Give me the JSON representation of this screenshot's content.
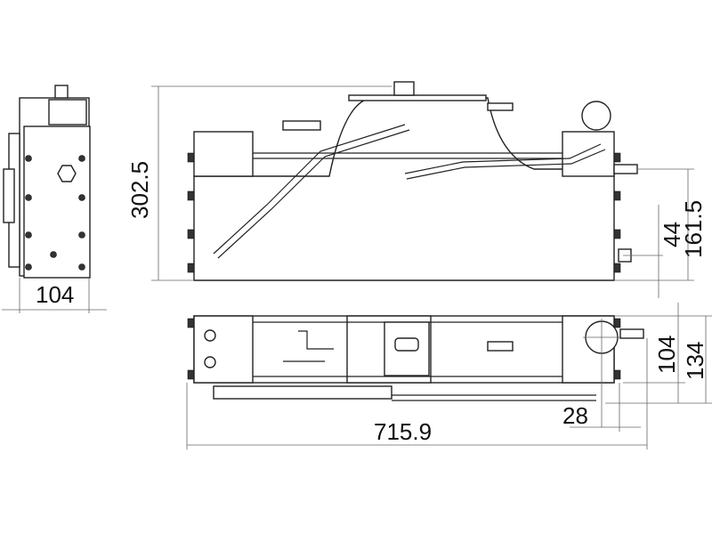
{
  "drawing": {
    "dimensions": {
      "side_width": "104",
      "total_height": "302.5",
      "fitting_height": "161.5",
      "port_offset": "44",
      "top_depth_inner": "104",
      "top_depth_outer": "134",
      "fitting_offset": "28",
      "total_length": "715.9"
    },
    "colors": {
      "line": "#222222",
      "dim_line": "#666666"
    }
  }
}
